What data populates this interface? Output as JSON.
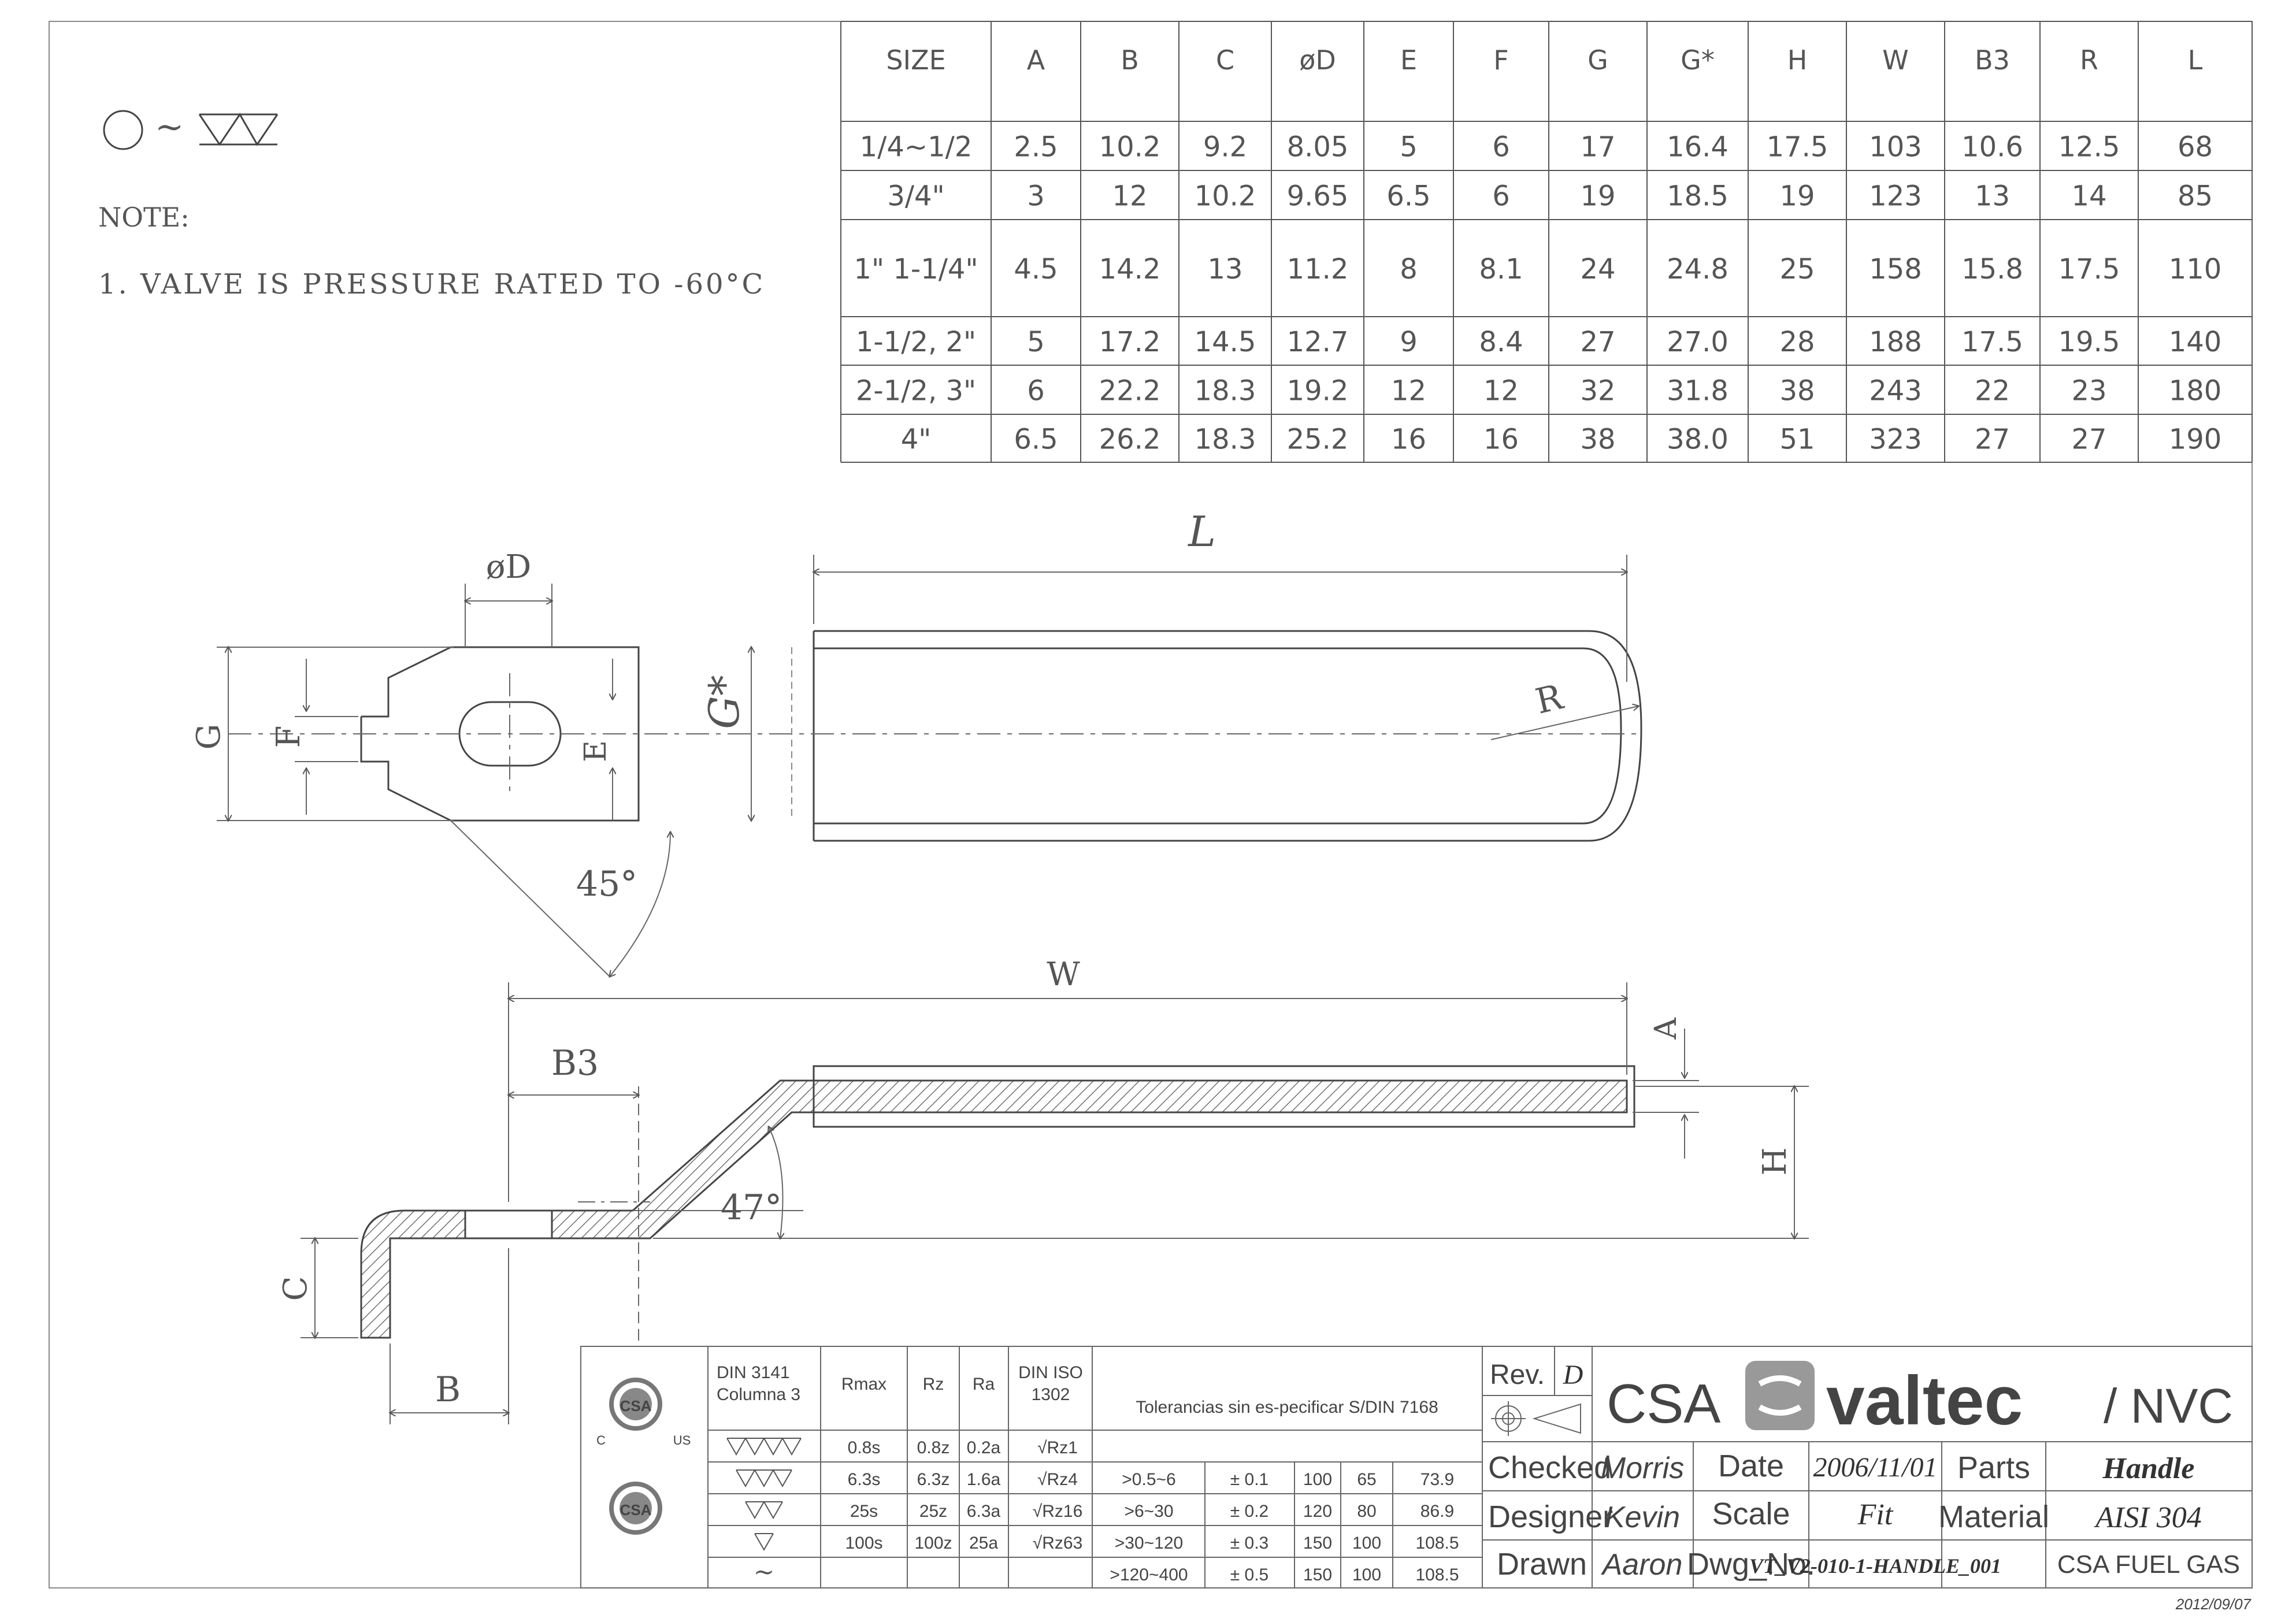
{
  "surface_symbol": "○ ~",
  "notes": {
    "heading": "NOTE:",
    "items": [
      "1. VALVE IS PRESSURE RATED TO -60°C"
    ]
  },
  "dimension_table": {
    "headers": [
      "SIZE",
      "A",
      "B",
      "C",
      "øD",
      "E",
      "F",
      "G",
      "G*",
      "H",
      "W",
      "B3",
      "R",
      "L"
    ],
    "rows": [
      [
        "1/4~1/2",
        "2.5",
        "10.2",
        "9.2",
        "8.05",
        "5",
        "6",
        "17",
        "16.4",
        "17.5",
        "103",
        "10.6",
        "12.5",
        "68"
      ],
      [
        "3/4\"",
        "3",
        "12",
        "10.2",
        "9.65",
        "6.5",
        "6",
        "19",
        "18.5",
        "19",
        "123",
        "13",
        "14",
        "85"
      ],
      [
        "1\" 1-1/4\"",
        "4.5",
        "14.2",
        "13",
        "11.2",
        "8",
        "8.1",
        "24",
        "24.8",
        "25",
        "158",
        "15.8",
        "17.5",
        "110"
      ],
      [
        "1-1/2, 2\"",
        "5",
        "17.2",
        "14.5",
        "12.7",
        "9",
        "8.4",
        "27",
        "27.0",
        "28",
        "188",
        "17.5",
        "19.5",
        "140"
      ],
      [
        "2-1/2, 3\"",
        "6",
        "22.2",
        "18.3",
        "19.2",
        "12",
        "12",
        "32",
        "31.8",
        "38",
        "243",
        "22",
        "23",
        "180"
      ],
      [
        "4\"",
        "6.5",
        "26.2",
        "18.3",
        "25.2",
        "16",
        "16",
        "38",
        "38.0",
        "51",
        "323",
        "27",
        "27",
        "190"
      ]
    ]
  },
  "dim_labels": {
    "L": "L",
    "D": "øD",
    "G": "G",
    "F": "F",
    "E": "E",
    "Gstar": "G*",
    "R": "R",
    "angle45": "45°",
    "W": "W",
    "B3": "B3",
    "A": "A",
    "H": "H",
    "angle47": "47°",
    "C": "C",
    "B": "B"
  },
  "title_block": {
    "din_header": "DIN 3141 Columna 3",
    "rmax": "Rmax",
    "rz": "Rz",
    "ra": "Ra",
    "din_iso": "DIN ISO 1302",
    "tolerance_note": "Tolerancias sin es-pecificar S/DIN 7168",
    "cert_mark": "CSA",
    "cert_c": "C",
    "cert_us": "US",
    "finish_rows": [
      {
        "rmax": "0.8s",
        "rz": "0.8z",
        "ra": "0.2a",
        "iso": "Rz1"
      },
      {
        "rmax": "6.3s",
        "rz": "6.3z",
        "ra": "1.6a",
        "iso": "Rz4"
      },
      {
        "rmax": "25s",
        "rz": "25z",
        "ra": "6.3a",
        "iso": "Rz16"
      },
      {
        "rmax": "100s",
        "rz": "100z",
        "ra": "25a",
        "iso": "Rz63"
      }
    ],
    "tol_rows": [
      [
        ">0.5~6",
        "± 0.1",
        "100",
        "65",
        "73.9"
      ],
      [
        ">6~30",
        "± 0.2",
        "120",
        "80",
        "86.9"
      ],
      [
        ">30~120",
        "± 0.3",
        "150",
        "100",
        "108.5"
      ],
      [
        ">120~400",
        "± 0.5",
        "150",
        "100",
        "108.5"
      ]
    ],
    "rev_label": "Rev.",
    "rev_value": "D",
    "brand_csa": "CSA",
    "brand_valtec": "valtec",
    "brand_nvc": "/ NVC",
    "checked_label": "Checked",
    "checked_value": "Morris",
    "designer_label": "Designer",
    "designer_value": "Kevin",
    "drawn_label": "Drawn",
    "drawn_value": "Aaron",
    "date_label": "Date",
    "date_value": "2006/11/01",
    "scale_label": "Scale",
    "scale_value": "Fit",
    "dwg_label": "Dwg_No.",
    "dwg_value": "VT_V2-010-1-HANDLE_001",
    "parts_label": "Parts",
    "parts_value": "Handle",
    "material_label": "Material",
    "material_value": "AISI 304",
    "cert_label": "CSA FUEL GAS",
    "print_date": "2012/09/07"
  }
}
